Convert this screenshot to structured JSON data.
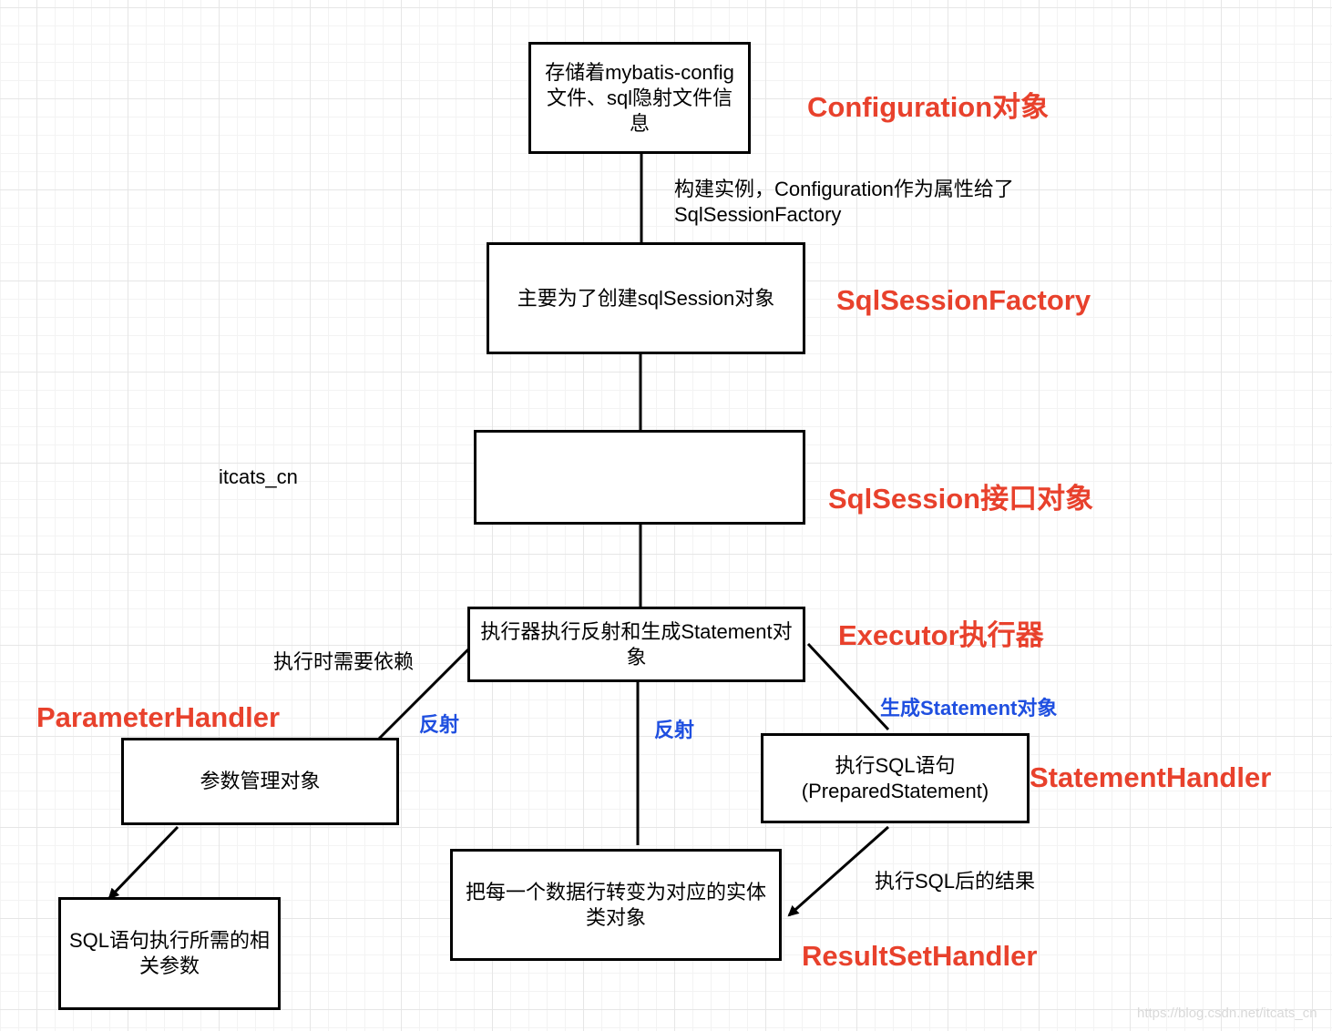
{
  "nodes": {
    "configuration": "存储着mybatis-config文件、sql隐射文件信息",
    "factory": "主要为了创建sqlSession对象",
    "session": "",
    "executor": "执行器执行反射和生成Statement对象",
    "param": "参数管理对象",
    "sqlparams": "SQL语句执行所需的相关参数",
    "resultset": "把每一个数据行转变为对应的实体类对象",
    "statement": "执行SQL语句(PreparedStatement)"
  },
  "titles": {
    "configuration": "Configuration对象",
    "factory": "SqlSessionFactory",
    "session": "SqlSession接口对象",
    "executor": "Executor执行器",
    "param": "ParameterHandler",
    "statement": "StatementHandler",
    "resultset": "ResultSetHandler"
  },
  "edge_labels": {
    "build": "构建实例，Configuration作为属性给了SqlSessionFactory",
    "dependency": "执行时需要依赖",
    "reflect_left": "反射",
    "reflect_middle": "反射",
    "gen_statement": "生成Statement对象",
    "result": "执行SQL后的结果"
  },
  "free_text": {
    "author": "itcats_cn",
    "watermark": "https://blog.csdn.net/itcats_cn"
  },
  "colors": {
    "title": "#e8412c",
    "edge_label_blue": "#1f4fe0",
    "node_border": "#000000"
  }
}
